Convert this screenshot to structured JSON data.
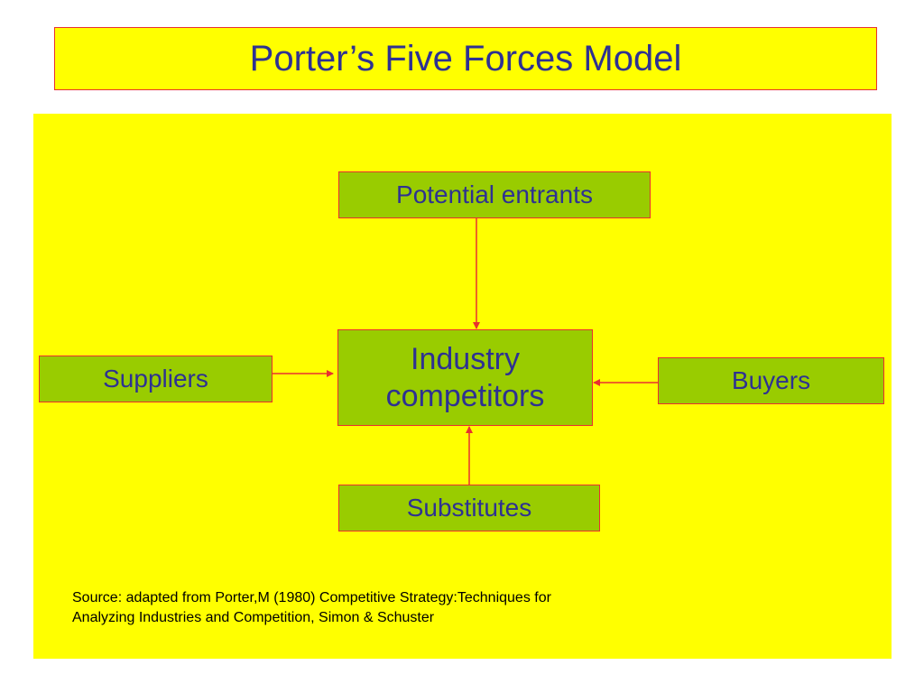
{
  "title": "Porter’s Five Forces Model",
  "forces": {
    "potential_entrants": "Potential entrants",
    "suppliers": "Suppliers",
    "industry_line1": "Industry",
    "industry_line2": "competitors",
    "buyers": "Buyers",
    "substitutes": "Substitutes"
  },
  "source_line1": "Source: adapted from Porter,M (1980) Competitive Strategy:Techniques for",
  "source_line2": "Analyzing Industries and Competition, Simon & Schuster",
  "colors": {
    "background": "#ffff00",
    "box_fill": "#99cc00",
    "border_and_arrows": "#e83030",
    "text": "#2e3192"
  }
}
